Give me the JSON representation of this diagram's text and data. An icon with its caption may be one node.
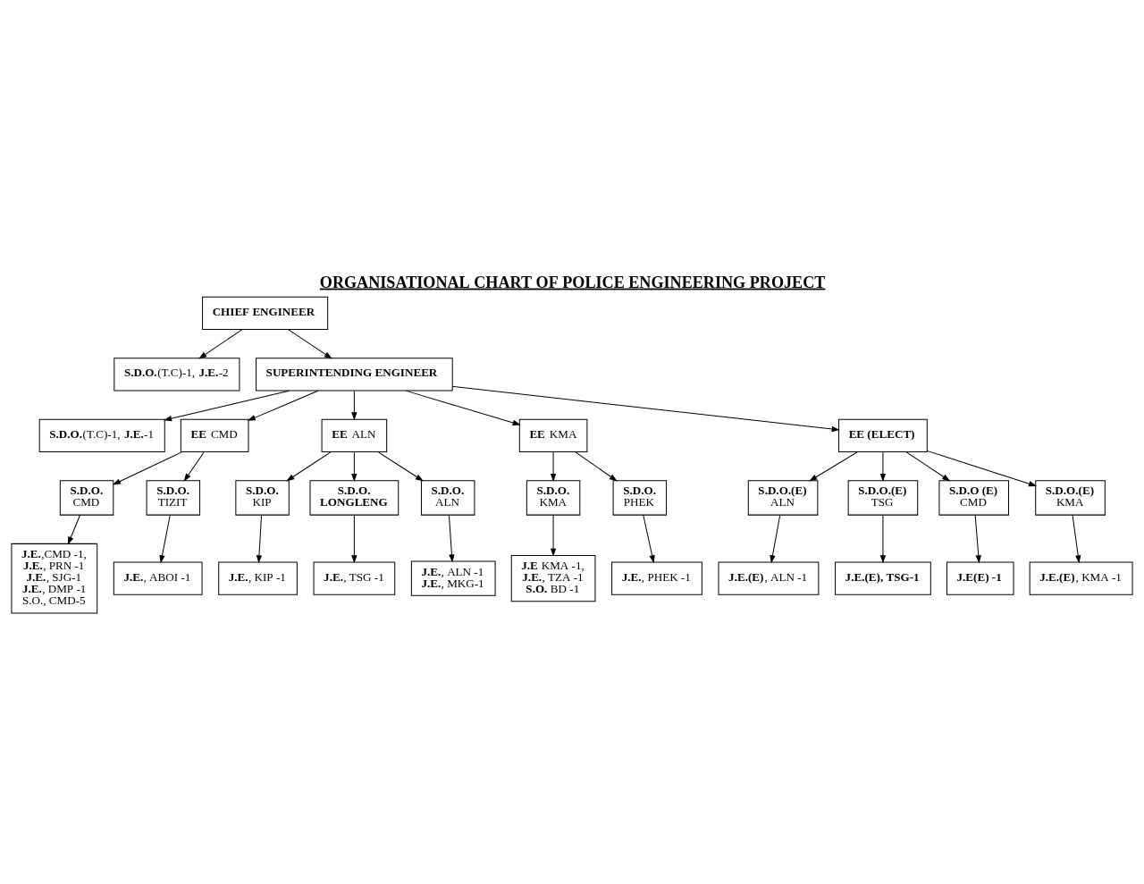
{
  "diagram": {
    "title": "ORGANISATIONAL CHART OF POLICE ENGINEERING PROJECT",
    "nodes": [
      {
        "text": [
          "CHIEF ENGINEER"
        ]
      },
      {
        "text": [
          "**S.D.O.**(T.C)-1, **J.E.**-2"
        ]
      },
      {
        "text": [
          "SUPERINTENDING ENGINEER"
        ]
      },
      {
        "text": [
          "**S.D.O.**(T.C)-1, **J.E.**-1"
        ]
      },
      {
        "text": [
          "**EE** CMD"
        ]
      },
      {
        "text": [
          "**EE** ALN"
        ]
      },
      {
        "text": [
          "**EE** KMA"
        ]
      },
      {
        "text": [
          "EE (ELECT)"
        ]
      },
      {
        "text": [
          "S.D.O.",
          "CMD"
        ]
      },
      {
        "text": [
          "S.D.O.",
          "TIZIT"
        ]
      },
      {
        "text": [
          "S.D.O.",
          "KIP"
        ]
      },
      {
        "text": [
          "S.D.O.",
          "LONGLENG"
        ]
      },
      {
        "text": [
          "S.D.O.",
          "ALN"
        ]
      },
      {
        "text": [
          "S.D.O.",
          "KMA"
        ]
      },
      {
        "text": [
          "S.D.O.",
          "PHEK"
        ]
      },
      {
        "text": [
          "S.D.O.(E)",
          "ALN"
        ]
      },
      {
        "text": [
          "S.D.O.(E)",
          "TSG"
        ]
      },
      {
        "text": [
          "S.D.O (E)",
          "CMD"
        ]
      },
      {
        "text": [
          "S.D.O.(E)",
          "KMA"
        ]
      },
      {
        "text": [
          "**J.E.**,CMD -1,",
          "**J.E.**, PRN -1",
          "**J.E.**, SJG-1",
          "**J.E.**, DMP -1",
          "S.O., CMD-5"
        ]
      },
      {
        "text": [
          "**J.E.**, ABOI -1"
        ]
      },
      {
        "text": [
          "**J.E.**, KIP -1"
        ]
      },
      {
        "text": [
          "**J.E.**, TSG -1"
        ]
      },
      {
        "text": [
          "**J.E.**, ALN -1",
          "**J.E.**, MKG-1"
        ]
      },
      {
        "text": [
          "**J.E** KMA -1,",
          "**J.E.**, TZA -1",
          "**S.O.** BD -1"
        ]
      },
      {
        "text": [
          "**J.E.**, PHEK -1"
        ]
      },
      {
        "text": [
          "**J.E.(E)**, ALN -1"
        ]
      },
      {
        "text": [
          "J.E.(E), TSG-1"
        ]
      },
      {
        "text": [
          "J.E(E) -1"
        ]
      },
      {
        "text": [
          "**J.E.(E)**, KMA -1"
        ]
      }
    ],
    "edges": [
      {
        "from": 0,
        "to": 1,
        "arrow": "to"
      },
      {
        "from": 0,
        "to": 2,
        "arrow": "to"
      },
      {
        "from": 2,
        "to": 3,
        "arrow": "to"
      },
      {
        "from": 2,
        "to": 4,
        "arrow": "to"
      },
      {
        "from": 2,
        "to": 5,
        "arrow": "to"
      },
      {
        "from": 2,
        "to": 6,
        "arrow": "to"
      },
      {
        "from": 2,
        "to": 7,
        "arrow": "to"
      },
      {
        "from": 4,
        "to": 8,
        "arrow": "to"
      },
      {
        "from": 4,
        "to": 9,
        "arrow": "to"
      },
      {
        "from": 5,
        "to": 10,
        "arrow": "to"
      },
      {
        "from": 5,
        "to": 11,
        "arrow": "to"
      },
      {
        "from": 5,
        "to": 12,
        "arrow": "to"
      },
      {
        "from": 6,
        "to": 13,
        "arrow": "to"
      },
      {
        "from": 6,
        "to": 14,
        "arrow": "to"
      },
      {
        "from": 7,
        "to": 15,
        "arrow": "to"
      },
      {
        "from": 7,
        "to": 16,
        "arrow": "to"
      },
      {
        "from": 7,
        "to": 17,
        "arrow": "to"
      },
      {
        "from": 7,
        "to": 18,
        "arrow": "to"
      },
      {
        "from": 8,
        "to": 19,
        "arrow": "to"
      },
      {
        "from": 9,
        "to": 20,
        "arrow": "to"
      },
      {
        "from": 10,
        "to": 21,
        "arrow": "to"
      },
      {
        "from": 11,
        "to": 22,
        "arrow": "to"
      },
      {
        "from": 12,
        "to": 23,
        "arrow": "to"
      },
      {
        "from": 13,
        "to": 24,
        "arrow": "to"
      },
      {
        "from": 14,
        "to": 25,
        "arrow": "to"
      },
      {
        "from": 15,
        "to": 26,
        "arrow": "to"
      },
      {
        "from": 16,
        "to": 27,
        "arrow": "to"
      },
      {
        "from": 17,
        "to": 28,
        "arrow": "to"
      },
      {
        "from": 18,
        "to": 29,
        "arrow": "to"
      }
    ]
  }
}
